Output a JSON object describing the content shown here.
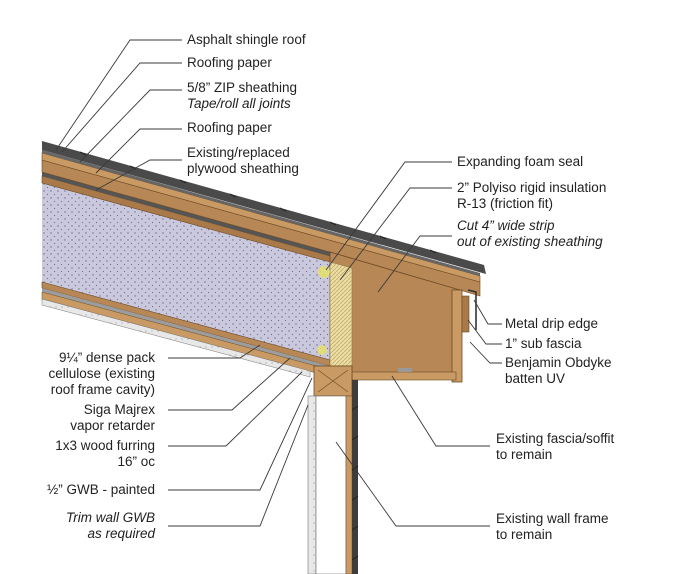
{
  "labels": {
    "asphalt": "Asphalt shingle roof",
    "roofing_paper_1": "Roofing paper",
    "zip_1": "5/8” ZIP sheathing",
    "zip_2": "Tape/roll all joints",
    "roofing_paper_2": "Roofing paper",
    "plywood_1": "Existing/replaced",
    "plywood_2": "plywood sheathing",
    "foam_seal": "Expanding foam seal",
    "polyiso_1": "2” Polyiso rigid insulation",
    "polyiso_2": "R-13 (friction fit)",
    "cut_1": "Cut 4” wide strip",
    "cut_2": "out of existing sheathing",
    "drip_edge": "Metal drip edge",
    "sub_fascia": "1” sub fascia",
    "batten_1": "Benjamin Obdyke",
    "batten_2": "batten UV",
    "cellulose_1": "9¼” dense pack",
    "cellulose_2": "cellulose (existing",
    "cellulose_3": "roof frame cavity)",
    "siga_1": "Siga Majrex",
    "siga_2": "vapor retarder",
    "furring_1": "1x3 wood furring",
    "furring_2": "16” oc",
    "gwb": "½” GWB - painted",
    "trim_1": "Trim wall GWB",
    "trim_2": "as required",
    "fascia_1": "Existing fascia/soffit",
    "fascia_2": "to remain",
    "wall_1": "Existing wall frame",
    "wall_2": "to remain"
  },
  "colors": {
    "shingle": "#4a4a4a",
    "wood": "#b78755",
    "wood_dark": "#8a5e33",
    "cellulose": "#c9c8dc",
    "polyiso": "#e9dca6",
    "drywall": "#e8e8e8",
    "siding": "#3d3d3d"
  }
}
